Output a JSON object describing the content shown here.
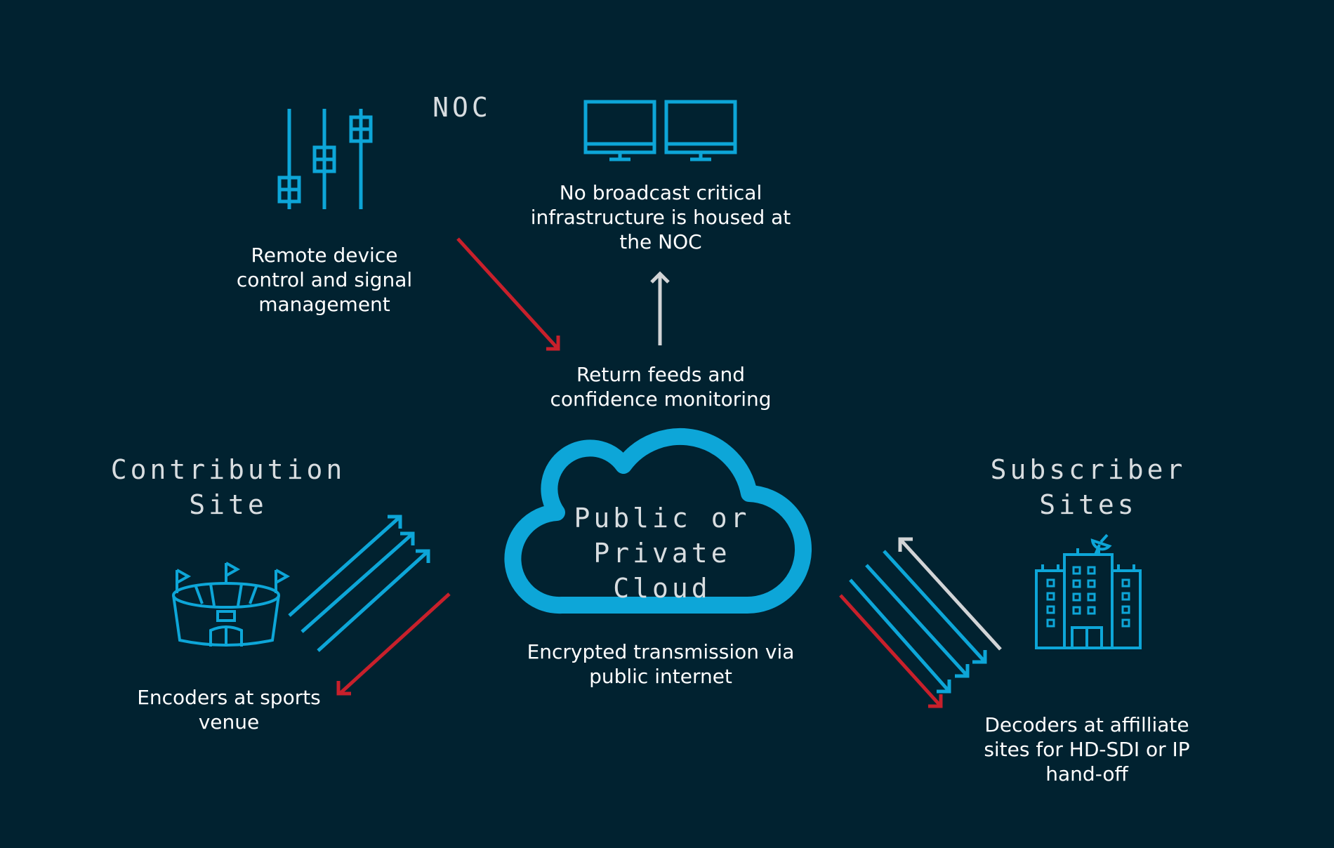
{
  "colors": {
    "background": "#012230",
    "accent_blue": "#0da6d8",
    "arrow_red": "#c8202b",
    "arrow_gray": "#d2d4d6",
    "text": "#ffffff",
    "heading": "#d8dde0"
  },
  "headings": {
    "noc": "NOC",
    "contribution": "Contribution\nSite",
    "subscriber": "Subscriber\nSites",
    "cloud": "Public or\nPrivate Cloud"
  },
  "captions": {
    "remote": "Remote device\ncontrol and signal\nmanagement",
    "no_broadcast": "No broadcast critical\ninfrastructure is housed at\nthe NOC",
    "return_feeds": "Return feeds and\nconfidence monitoring",
    "encrypted": "Encrypted transmission via\npublic internet",
    "encoders": "Encoders at sports\nvenue",
    "decoders": "Decoders at affilliate\nsites for HD-SDI or IP\nhand-off"
  },
  "icons": {
    "sliders": "sliders-icon",
    "monitors": "monitors-icon",
    "stadium": "stadium-icon",
    "building": "building-icon",
    "cloud": "cloud-icon"
  }
}
